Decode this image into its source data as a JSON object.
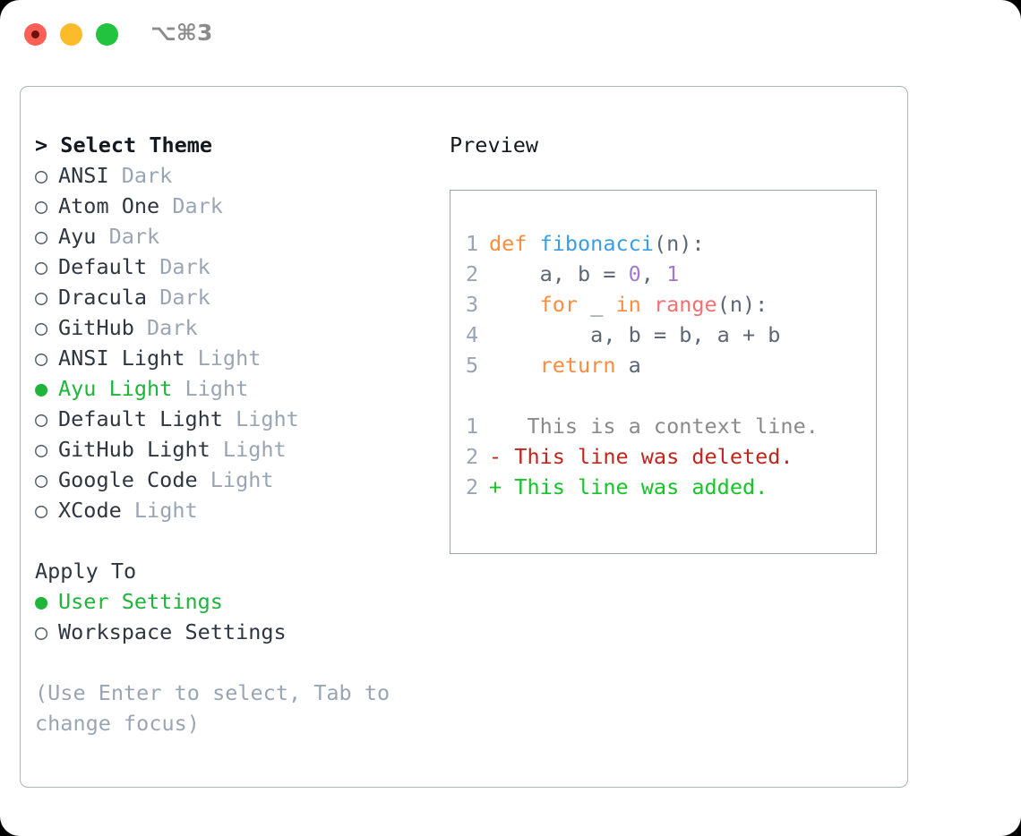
{
  "titlebar": {
    "shortcut": "⌥⌘3",
    "lights": [
      {
        "name": "close",
        "color": "#fb5f56"
      },
      {
        "name": "minimize",
        "color": "#fcbb2b"
      },
      {
        "name": "maximize",
        "color": "#22c33e"
      }
    ]
  },
  "theme_panel": {
    "header": "> Select Theme",
    "items": [
      {
        "bullet": "○",
        "name": "ANSI",
        "kind": "Dark",
        "selected": false
      },
      {
        "bullet": "○",
        "name": "Atom One",
        "kind": "Dark",
        "selected": false
      },
      {
        "bullet": "○",
        "name": "Ayu",
        "kind": "Dark",
        "selected": false
      },
      {
        "bullet": "○",
        "name": "Default",
        "kind": "Dark",
        "selected": false
      },
      {
        "bullet": "○",
        "name": "Dracula",
        "kind": "Dark",
        "selected": false
      },
      {
        "bullet": "○",
        "name": "GitHub",
        "kind": "Dark",
        "selected": false
      },
      {
        "bullet": "○",
        "name": "ANSI Light",
        "kind": "Light",
        "selected": false
      },
      {
        "bullet": "●",
        "name": "Ayu Light",
        "kind": "Light",
        "selected": true
      },
      {
        "bullet": "○",
        "name": "Default Light",
        "kind": "Light",
        "selected": false
      },
      {
        "bullet": "○",
        "name": "GitHub Light",
        "kind": "Light",
        "selected": false
      },
      {
        "bullet": "○",
        "name": "Google Code",
        "kind": "Light",
        "selected": false
      },
      {
        "bullet": "○",
        "name": "XCode",
        "kind": "Light",
        "selected": false
      }
    ]
  },
  "apply_to": {
    "header": "Apply To",
    "options": [
      {
        "bullet": "●",
        "label": "User Settings",
        "selected": true
      },
      {
        "bullet": "○",
        "label": "Workspace Settings",
        "selected": false
      }
    ]
  },
  "hint": "(Use Enter to select, Tab to change focus)",
  "preview": {
    "title": "Preview",
    "code_lines": [
      {
        "number": "1",
        "tokens": [
          {
            "text": "def ",
            "cls": "kw"
          },
          {
            "text": "fibonacci",
            "cls": "fn"
          },
          {
            "text": "(n):",
            "cls": "punc"
          }
        ]
      },
      {
        "number": "2",
        "tokens": [
          {
            "text": "    a, b ",
            "cls": "var"
          },
          {
            "text": "= ",
            "cls": "punc"
          },
          {
            "text": "0",
            "cls": "num"
          },
          {
            "text": ", ",
            "cls": "punc"
          },
          {
            "text": "1",
            "cls": "num"
          }
        ]
      },
      {
        "number": "3",
        "tokens": [
          {
            "text": "    for ",
            "cls": "kw"
          },
          {
            "text": "_ ",
            "cls": "var"
          },
          {
            "text": "in ",
            "cls": "kw"
          },
          {
            "text": "range",
            "cls": "bi"
          },
          {
            "text": "(n):",
            "cls": "punc"
          }
        ]
      },
      {
        "number": "4",
        "tokens": [
          {
            "text": "        a, b ",
            "cls": "var"
          },
          {
            "text": "= ",
            "cls": "punc"
          },
          {
            "text": "b, a ",
            "cls": "var"
          },
          {
            "text": "+ ",
            "cls": "punc"
          },
          {
            "text": "b",
            "cls": "var"
          }
        ]
      },
      {
        "number": "5",
        "tokens": [
          {
            "text": "    return ",
            "cls": "kw"
          },
          {
            "text": "a",
            "cls": "var"
          }
        ]
      }
    ],
    "diff_lines": [
      {
        "number": "1",
        "marker": " ",
        "text": "  This is a context line.",
        "cls": "diff-ctx"
      },
      {
        "number": "2",
        "marker": "-",
        "text": " This line was deleted.",
        "cls": "diff-del"
      },
      {
        "number": "2",
        "marker": "+",
        "text": " This line was added.",
        "cls": "diff-add"
      }
    ]
  },
  "colors": {
    "accent_green": "#1eb53a",
    "muted": "#9aa5b4",
    "keyword": "#fa8d3e",
    "function": "#399ee6",
    "number": "#a37acc",
    "builtin": "#f07171",
    "diff_add": "#14c428",
    "diff_del": "#c0261b"
  }
}
